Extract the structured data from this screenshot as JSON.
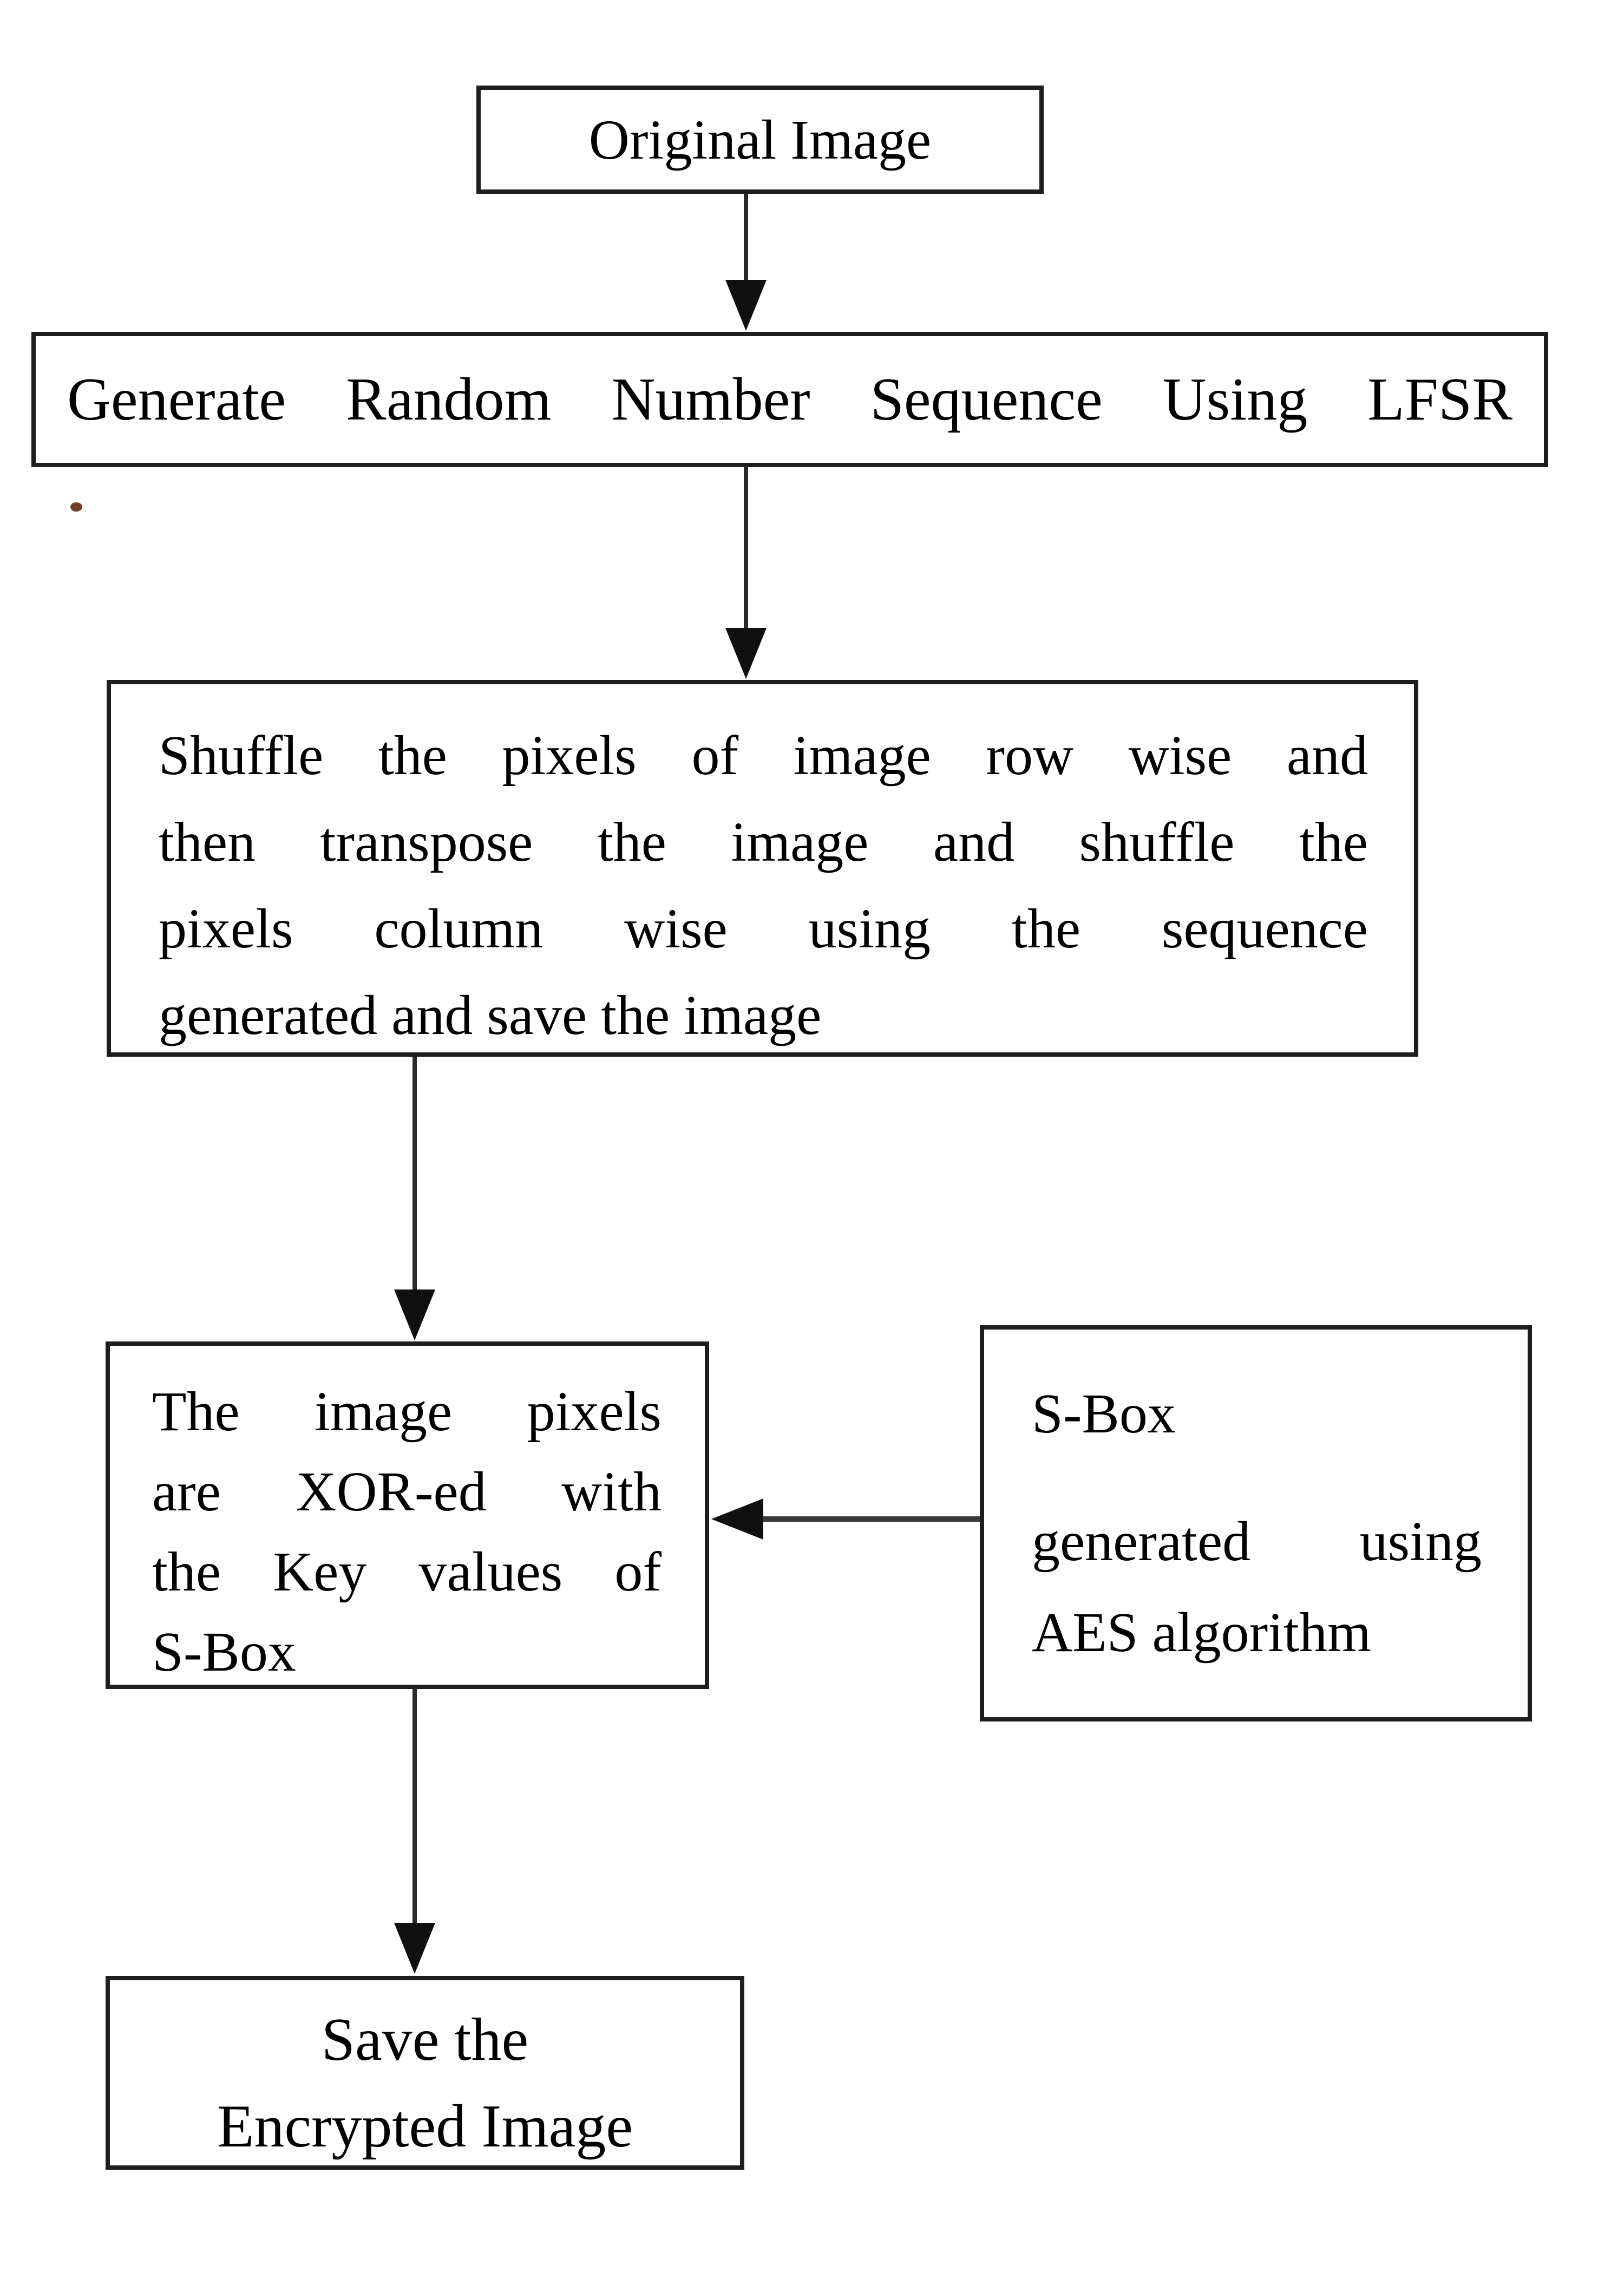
{
  "diagram": {
    "type": "flowchart",
    "background": "#ffffff",
    "box_border_color": "#1e1e1e",
    "box_fill_color": "#ffffff",
    "text_color": "#000000",
    "arrow_color": "#2a2a2a",
    "nodes": {
      "original": {
        "label": "Original Image"
      },
      "lfsr": {
        "label": "Generate Random Number Sequence Using LFSR"
      },
      "shuffle": {
        "label": "Shuffle the pixels of image row wise and then transpose the image and shuffle the pixels column wise using the sequence generated and save the image",
        "lines": [
          "Shuffle the pixels of image row wise and",
          "then transpose the image and shuffle the",
          "pixels column wise using the sequence",
          "generated and save the image"
        ]
      },
      "xor": {
        "label": "The image pixels are XOR-ed with the Key values of S-Box",
        "lines": [
          "The image pixels",
          "are XOR-ed with",
          "the Key values of",
          "S-Box"
        ]
      },
      "sbox": {
        "label": "S-Box generated using AES algorithm",
        "lines": [
          "S-Box",
          "generated using",
          "AES algorithm"
        ]
      },
      "save": {
        "label": "Save the Encrypted Image",
        "lines": [
          "Save the",
          "Encrypted Image"
        ]
      }
    },
    "edges": [
      {
        "from": "original",
        "to": "lfsr",
        "direction": "down"
      },
      {
        "from": "lfsr",
        "to": "shuffle",
        "direction": "down"
      },
      {
        "from": "shuffle",
        "to": "xor",
        "direction": "down"
      },
      {
        "from": "sbox",
        "to": "xor",
        "direction": "left"
      },
      {
        "from": "xor",
        "to": "save",
        "direction": "down"
      }
    ]
  }
}
